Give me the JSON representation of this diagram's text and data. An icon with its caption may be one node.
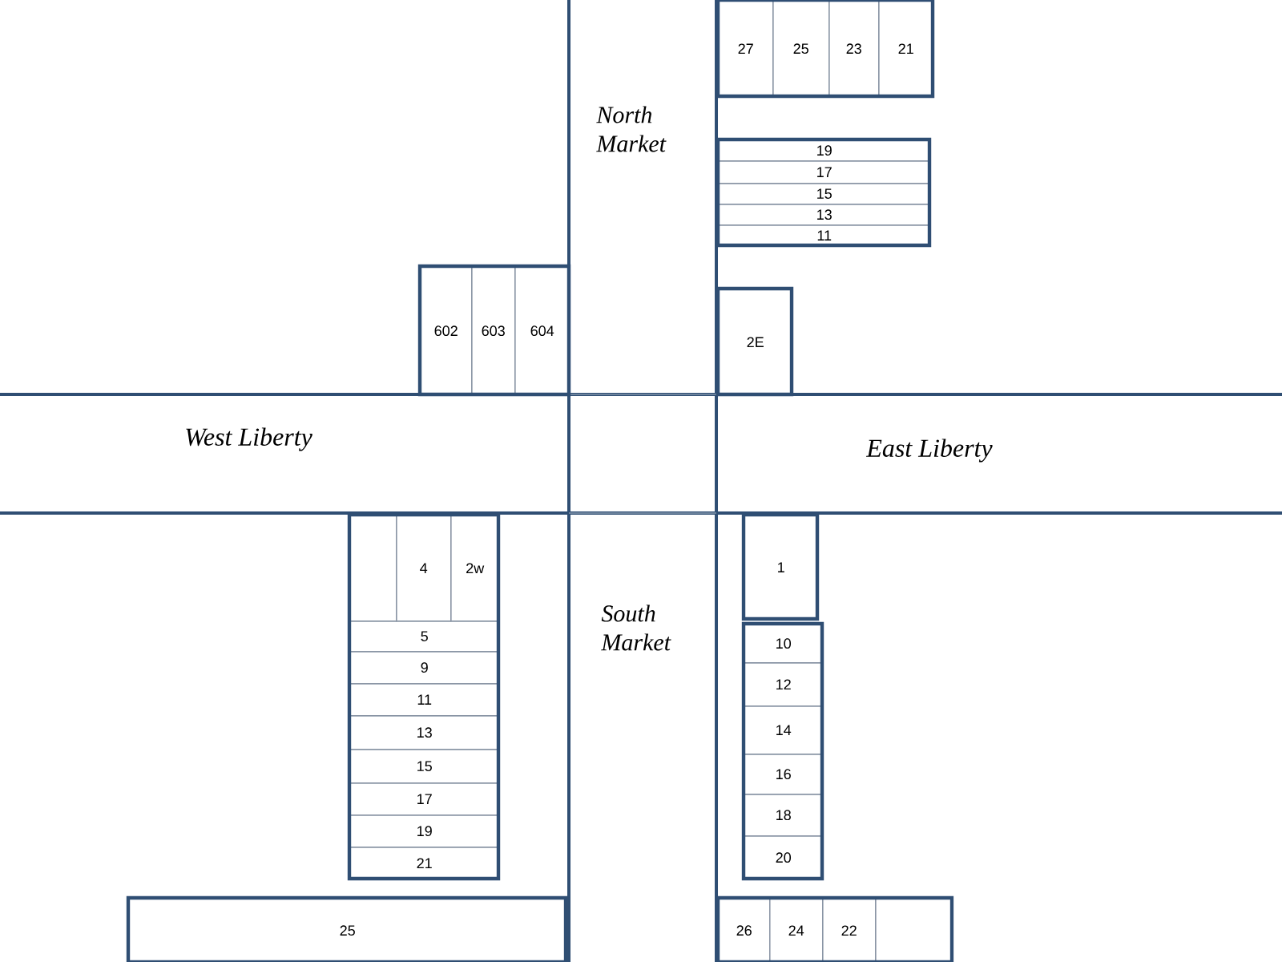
{
  "diagram": {
    "nodes": [
      {
        "text": [
          "27"
        ]
      },
      {
        "text": [
          "25"
        ]
      },
      {
        "text": [
          "23"
        ]
      },
      {
        "text": [
          "21"
        ]
      },
      {
        "text": [
          "19"
        ]
      },
      {
        "text": [
          "17"
        ]
      },
      {
        "text": [
          "15"
        ]
      },
      {
        "text": [
          "13"
        ]
      },
      {
        "text": [
          "11"
        ]
      },
      {
        "text": [
          "602"
        ]
      },
      {
        "text": [
          "603"
        ]
      },
      {
        "text": [
          "604"
        ]
      },
      {
        "text": [
          "2E"
        ]
      },
      {
        "text": [],
        "shape": "box"
      },
      {
        "text": [
          "4"
        ]
      },
      {
        "text": [
          "2w"
        ]
      },
      {
        "text": [
          "5"
        ]
      },
      {
        "text": [
          "9"
        ]
      },
      {
        "text": [
          "11"
        ]
      },
      {
        "text": [
          "13"
        ]
      },
      {
        "text": [
          "15"
        ]
      },
      {
        "text": [
          "17"
        ]
      },
      {
        "text": [
          "19"
        ]
      },
      {
        "text": [
          "21"
        ]
      },
      {
        "text": [
          "1"
        ]
      },
      {
        "text": [
          "10"
        ]
      },
      {
        "text": [
          "12"
        ]
      },
      {
        "text": [
          "14"
        ]
      },
      {
        "text": [
          "16"
        ]
      },
      {
        "text": [
          "18"
        ]
      },
      {
        "text": [
          "20"
        ]
      },
      {
        "text": [
          "25"
        ]
      },
      {
        "text": [
          "26"
        ]
      },
      {
        "text": [
          "24"
        ]
      },
      {
        "text": [
          "22"
        ]
      },
      {
        "text": [],
        "shape": "box"
      }
    ],
    "labels": [
      "North Market",
      "West Liberty",
      "East Liberty",
      "South Market"
    ]
  }
}
